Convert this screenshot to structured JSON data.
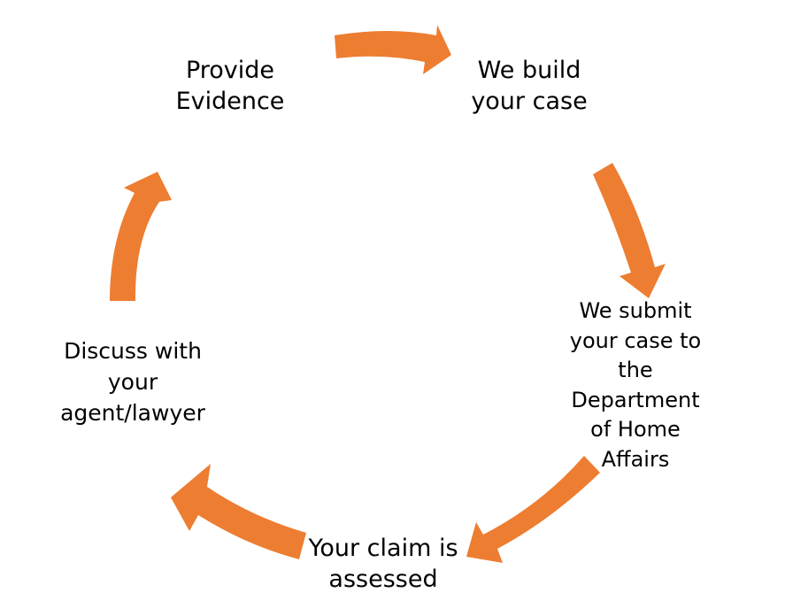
{
  "diagram": {
    "type": "cycle",
    "arrow_color": "#ed7d31",
    "text_color": "#000000",
    "steps": [
      {
        "id": "evidence",
        "lines": [
          "Provide",
          "Evidence"
        ]
      },
      {
        "id": "build",
        "lines": [
          "We build",
          "your case"
        ]
      },
      {
        "id": "submit",
        "lines": [
          "We submit",
          "your case to",
          "the",
          "Department",
          "of Home",
          "Affairs"
        ]
      },
      {
        "id": "assess",
        "lines": [
          "Your claim is",
          "assessed"
        ]
      },
      {
        "id": "discuss",
        "lines": [
          "Discuss with",
          "your",
          "agent/lawyer"
        ]
      }
    ]
  }
}
